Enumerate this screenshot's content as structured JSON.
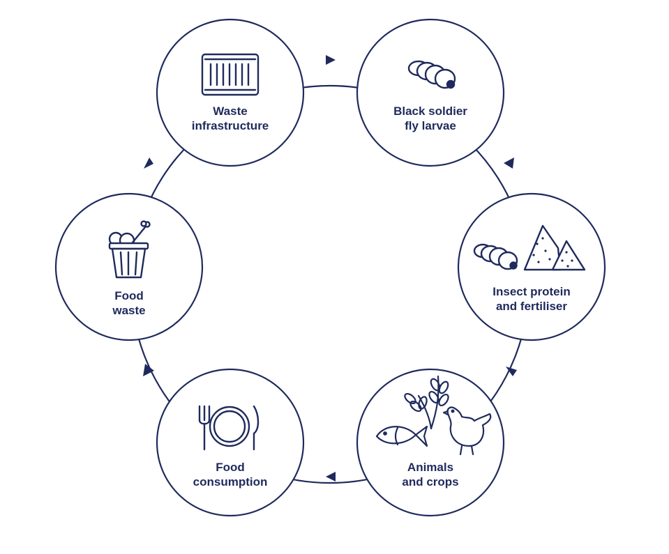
{
  "colors": {
    "stroke": "#1f2a5c",
    "background": "#ffffff"
  },
  "nodes": [
    {
      "icon": "waste-container-icon",
      "line1": "Waste",
      "line2": "infrastructure"
    },
    {
      "icon": "larva-icon",
      "line1": "Black soldier",
      "line2": "fly larvae"
    },
    {
      "icon": "protein-fertiliser-icon",
      "line1": "Insect protein",
      "line2": "and fertiliser"
    },
    {
      "icon": "animals-crops-icon",
      "line1": "Animals",
      "line2": "and crops"
    },
    {
      "icon": "plate-cutlery-icon",
      "line1": "Food",
      "line2": "consumption"
    },
    {
      "icon": "food-bin-icon",
      "line1": "Food",
      "line2": "waste"
    }
  ]
}
